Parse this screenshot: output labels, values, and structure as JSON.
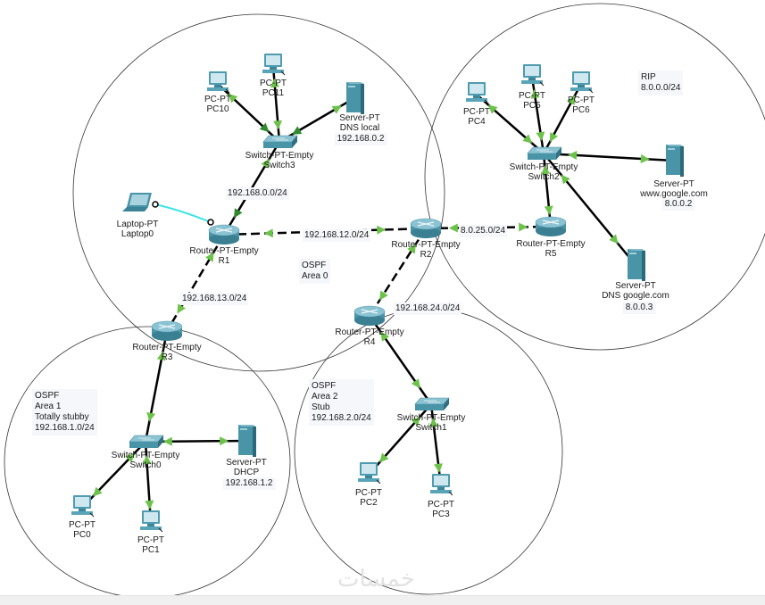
{
  "colors": {
    "link": "#000000",
    "link_up_marker": "#6cc24a",
    "link_dark_marker": "#2e8b2e",
    "console_cable": "#3fe3e8",
    "area_outline": "#333333",
    "device_teal": "#3f8fa3",
    "label_bg": "#f6f7fb"
  },
  "areas": [
    {
      "id": "area0",
      "note": [
        "OSPF",
        "Area 0"
      ]
    },
    {
      "id": "rip",
      "note": [
        "RIP",
        "8.0.0.0/24"
      ]
    },
    {
      "id": "area1",
      "note": [
        "OSPF",
        "Area 1",
        "Totally stubby",
        "192.168.1.0/24"
      ]
    },
    {
      "id": "area2",
      "note": [
        "OSPF",
        "Area 2",
        "Stub",
        "192.168.2.0/24"
      ]
    }
  ],
  "devices": {
    "R1": {
      "model": "Router-PT-Empty",
      "name": "R1",
      "type": "router"
    },
    "R2": {
      "model": "Router-PT-Empty",
      "name": "R2",
      "type": "router"
    },
    "R3": {
      "model": "Router-PT-Empty",
      "name": "R3",
      "type": "router"
    },
    "R4": {
      "model": "Router-PT-Empty",
      "name": "R4",
      "type": "router"
    },
    "R5": {
      "model": "Router-PT-Empty",
      "name": "R5",
      "type": "router"
    },
    "Switch0": {
      "model": "Switch-PT-Empty",
      "name": "Switch0",
      "type": "switch"
    },
    "Switch1": {
      "model": "Switch-PT-Empty",
      "name": "Switch1",
      "type": "switch"
    },
    "Switch2": {
      "model": "Switch-PT-Empty",
      "name": "Switch2",
      "type": "switch"
    },
    "Switch3": {
      "model": "Switch-PT-Empty",
      "name": "Switch3",
      "type": "switch"
    },
    "PC0": {
      "model": "PC-PT",
      "name": "PC0",
      "type": "pc"
    },
    "PC1": {
      "model": "PC-PT",
      "name": "PC1",
      "type": "pc"
    },
    "PC2": {
      "model": "PC-PT",
      "name": "PC2",
      "type": "pc"
    },
    "PC3": {
      "model": "PC-PT",
      "name": "PC3",
      "type": "pc"
    },
    "PC4": {
      "model": "PC-PT",
      "name": "PC4",
      "type": "pc"
    },
    "PC5": {
      "model": "PC-PT",
      "name": "PC5",
      "type": "pc"
    },
    "PC6": {
      "model": "PC-PT",
      "name": "PC6",
      "type": "pc"
    },
    "PC10": {
      "model": "PC-PT",
      "name": "PC10",
      "type": "pc"
    },
    "PC11": {
      "model": "PC-PT",
      "name": "PC11",
      "type": "pc"
    },
    "Laptop0": {
      "model": "Laptop-PT",
      "name": "Laptop0",
      "type": "laptop"
    },
    "DNSlocal": {
      "model": "Server-PT",
      "name": "DNS local",
      "type": "server",
      "ip": "192.168.0.2"
    },
    "WWW": {
      "model": "Server-PT",
      "name": "www.google.com",
      "type": "server",
      "ip": "8.0.0.2"
    },
    "DNSgoogle": {
      "model": "Server-PT",
      "name": "DNS google.com",
      "type": "server",
      "ip": "8.0.0.3"
    },
    "DHCP": {
      "model": "Server-PT",
      "name": "DHCP",
      "type": "server",
      "ip": "192.168.1.2"
    }
  },
  "networks": {
    "n0": "192.168.0.0/24",
    "n12": "192.168.12.0/24",
    "n13": "192.168.13.0/24",
    "n24": "192.168.24.0/24",
    "n25": "8.0.25.0/24"
  },
  "links": [
    {
      "a": "R1",
      "b": "R2",
      "kind": "serial"
    },
    {
      "a": "R1",
      "b": "R3",
      "kind": "serial"
    },
    {
      "a": "R2",
      "b": "R4",
      "kind": "serial"
    },
    {
      "a": "R2",
      "b": "R5",
      "kind": "serial"
    },
    {
      "a": "R1",
      "b": "Switch3",
      "kind": "ethernet"
    },
    {
      "a": "Switch3",
      "b": "PC10",
      "kind": "ethernet"
    },
    {
      "a": "Switch3",
      "b": "PC11",
      "kind": "ethernet"
    },
    {
      "a": "Switch3",
      "b": "DNSlocal",
      "kind": "ethernet"
    },
    {
      "a": "R5",
      "b": "Switch2",
      "kind": "ethernet"
    },
    {
      "a": "Switch2",
      "b": "PC4",
      "kind": "ethernet"
    },
    {
      "a": "Switch2",
      "b": "PC5",
      "kind": "ethernet"
    },
    {
      "a": "Switch2",
      "b": "PC6",
      "kind": "ethernet"
    },
    {
      "a": "Switch2",
      "b": "WWW",
      "kind": "ethernet"
    },
    {
      "a": "Switch2",
      "b": "DNSgoogle",
      "kind": "ethernet"
    },
    {
      "a": "R3",
      "b": "Switch0",
      "kind": "ethernet"
    },
    {
      "a": "Switch0",
      "b": "PC0",
      "kind": "ethernet"
    },
    {
      "a": "Switch0",
      "b": "PC1",
      "kind": "ethernet"
    },
    {
      "a": "Switch0",
      "b": "DHCP",
      "kind": "ethernet"
    },
    {
      "a": "R4",
      "b": "Switch1",
      "kind": "ethernet"
    },
    {
      "a": "Switch1",
      "b": "PC2",
      "kind": "ethernet"
    },
    {
      "a": "Switch1",
      "b": "PC3",
      "kind": "ethernet"
    },
    {
      "a": "Laptop0",
      "b": "R1",
      "kind": "console"
    }
  ],
  "watermark": "خمسات"
}
